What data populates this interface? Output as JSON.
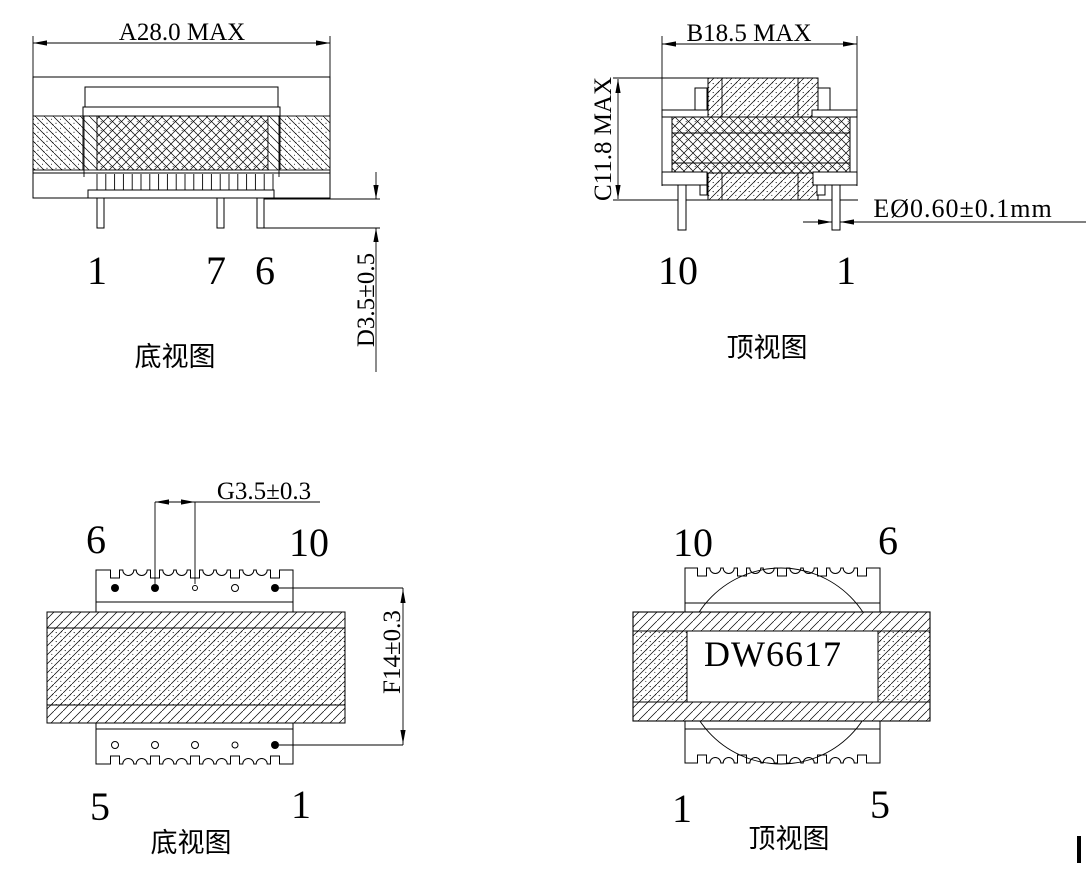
{
  "views": {
    "side_bottom": {
      "caption": "底视图",
      "dim_a": "A28.0 MAX",
      "dim_d": "D3.5±0.5",
      "pin_left": "1",
      "pin_mid": "7",
      "pin_right": "6"
    },
    "side_top": {
      "caption": "顶视图",
      "dim_b": "B18.5 MAX",
      "dim_c": "C11.8 MAX",
      "dim_e": "EØ0.60±0.1mm",
      "pin_left": "10",
      "pin_right": "1"
    },
    "plan_bottom": {
      "caption": "底视图",
      "dim_g": "G3.5±0.3",
      "dim_f": "F14±0.3",
      "pin_top_left": "6",
      "pin_top_right": "10",
      "pin_bottom_left": "5",
      "pin_bottom_right": "1"
    },
    "plan_top": {
      "caption": "顶视图",
      "marking": "DW6617",
      "pin_top_left": "10",
      "pin_top_right": "6",
      "pin_bottom_left": "1",
      "pin_bottom_right": "5"
    }
  },
  "colors": {
    "ink": "#000000",
    "paper": "#ffffff"
  }
}
